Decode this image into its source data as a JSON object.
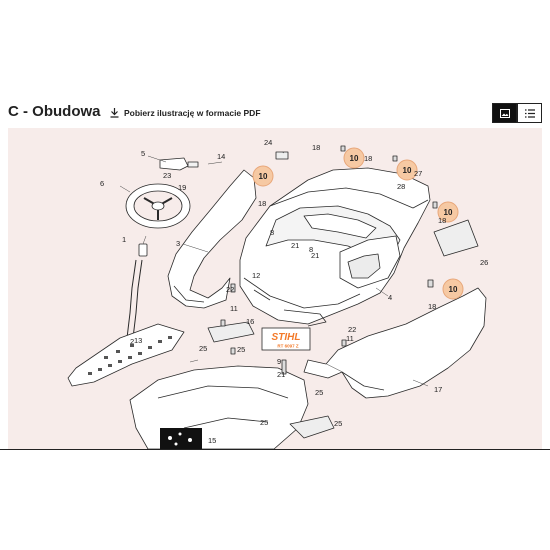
{
  "header": {
    "title": "C - Obudowa",
    "pdf_link_label": "Pobierz ilustrację w formacie PDF",
    "download_icon": "download-icon",
    "view_image_icon": "image-icon",
    "view_list_icon": "list-icon"
  },
  "diagram": {
    "highlight_color": "#f6c9a3",
    "highlight_stroke": "#e8a77a",
    "logo_text": "STIHL",
    "logo_model": "RT 6097 Z",
    "highlighted_parts": [
      "10",
      "10",
      "10",
      "10",
      "10"
    ],
    "part_labels": [
      "1",
      "2",
      "3",
      "4",
      "5",
      "6",
      "8",
      "8",
      "9",
      "11",
      "11",
      "12",
      "13",
      "14",
      "15",
      "16",
      "17",
      "18",
      "18",
      "18",
      "18",
      "18",
      "19",
      "21",
      "21",
      "21",
      "22",
      "22",
      "23",
      "24",
      "25",
      "25",
      "25",
      "25",
      "25",
      "26",
      "27",
      "28"
    ]
  }
}
